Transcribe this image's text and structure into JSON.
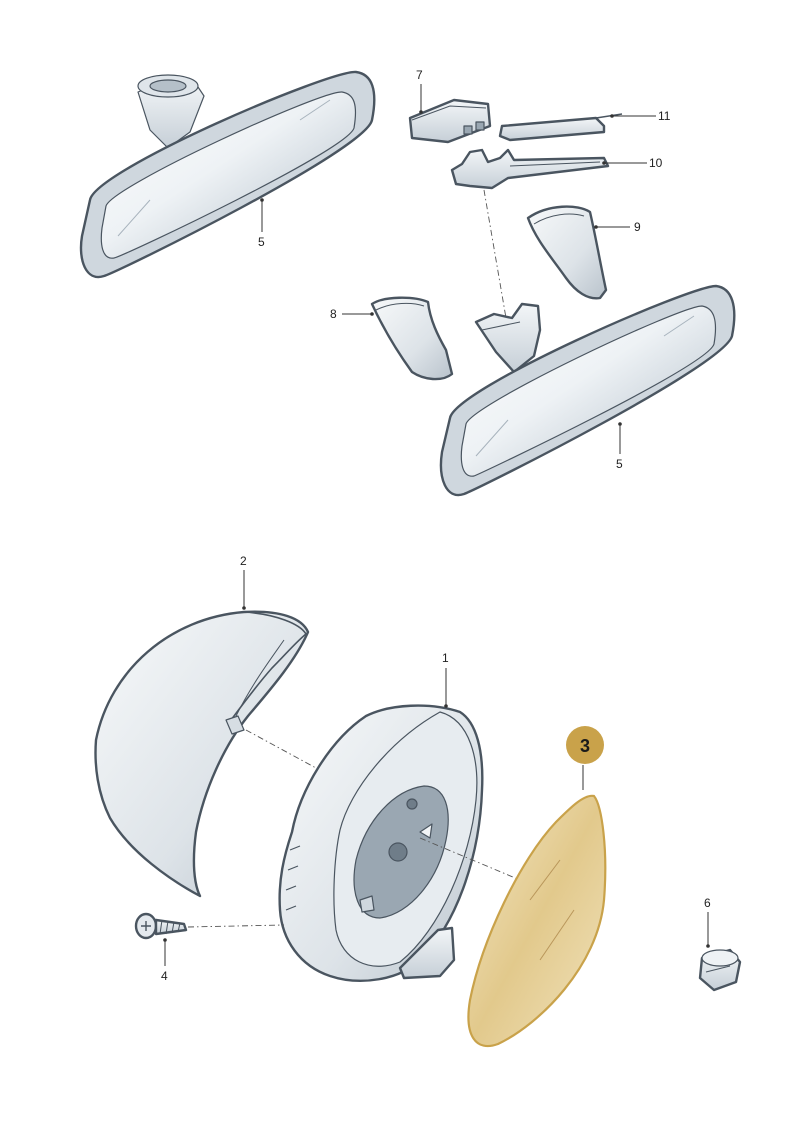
{
  "callouts": {
    "c1": "1",
    "c2": "2",
    "c3": "3",
    "c4": "4",
    "c5a": "5",
    "c5b": "5",
    "c6": "6",
    "c7": "7",
    "c8": "8",
    "c9": "9",
    "c10": "10",
    "c11": "11"
  },
  "colors": {
    "highlight": "#c9a24a",
    "highlight_fill": "#e9d5a3",
    "part_fill": "#e6ecf1",
    "part_stroke": "#4a5560"
  }
}
